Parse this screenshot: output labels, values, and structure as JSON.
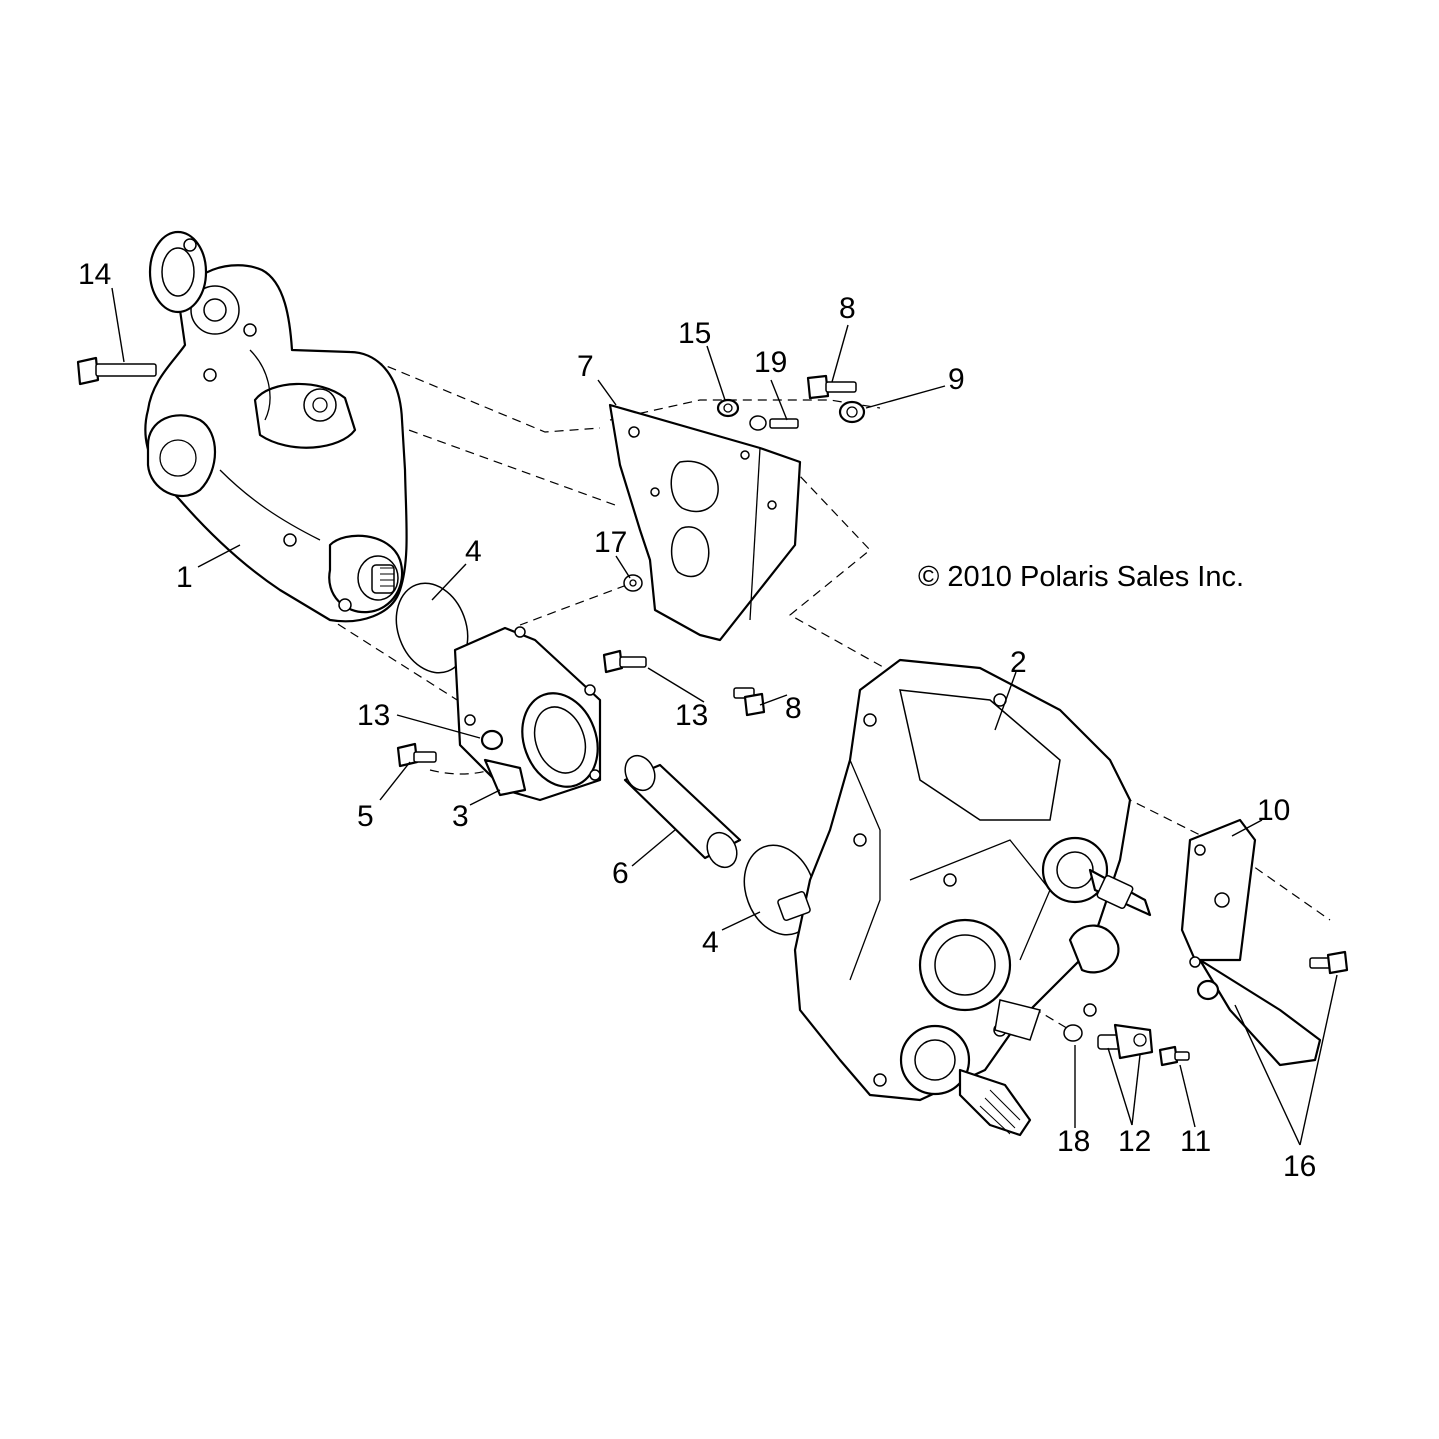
{
  "copyright": "© 2010 Polaris Sales Inc.",
  "callouts": {
    "c1": "1",
    "c2": "2",
    "c3": "3",
    "c4a": "4",
    "c4b": "4",
    "c5": "5",
    "c6": "6",
    "c7": "7",
    "c8a": "8",
    "c8b": "8",
    "c9": "9",
    "c10": "10",
    "c11": "11",
    "c12": "12",
    "c13a": "13",
    "c13b": "13",
    "c14": "14",
    "c15": "15",
    "c16": "16",
    "c17": "17",
    "c18": "18",
    "c19": "19"
  }
}
